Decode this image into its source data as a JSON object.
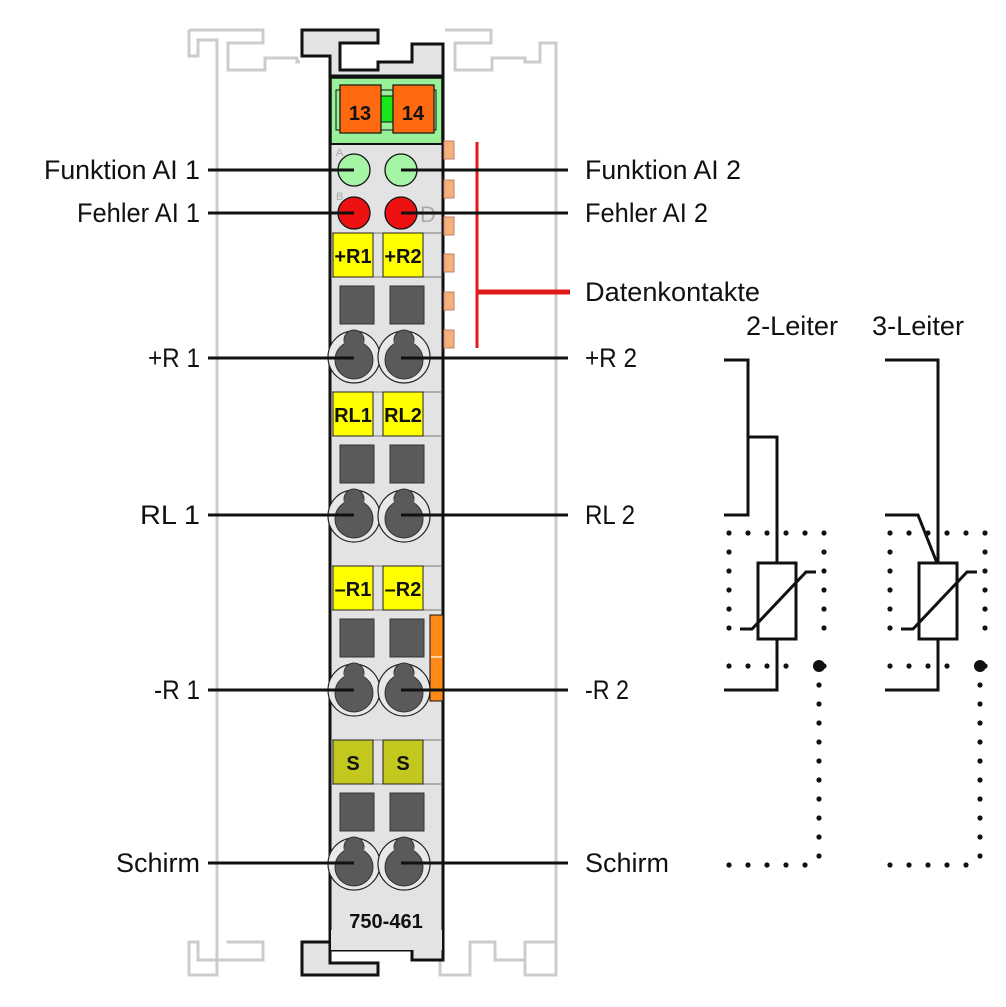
{
  "module": {
    "part_number": "750-461",
    "top_connector_labels": [
      "13",
      "14"
    ],
    "led_labels": {
      "a": "A",
      "b": "B",
      "d": "D"
    },
    "terminal_rows": [
      {
        "labels": [
          "+R1",
          "+R2"
        ],
        "color": "#ffff00"
      },
      {
        "labels": [
          "RL1",
          "RL2"
        ],
        "color": "#ffff00"
      },
      {
        "labels": [
          "–R1",
          "–R2"
        ],
        "color": "#ffff00"
      },
      {
        "labels": [
          "S",
          "S"
        ],
        "color": "#c2c81e"
      }
    ],
    "colors": {
      "body": "#e3e3e3",
      "outline": "#111111",
      "rail": "#cfcfcf",
      "top_green": "#99f099",
      "connector_orange": "#ff6a10",
      "bright_green": "#18e818",
      "led_green": "#a6f5a6",
      "led_red": "#ee1111",
      "data_contact": "#f5b080",
      "data_line": "#e01a1a",
      "terminal_dark": "#5a5a5a",
      "side_orange": "#ff8a18"
    }
  },
  "labels": {
    "left": {
      "funktion_ai1": "Funktion AI 1",
      "fehler_ai1": "Fehler AI 1",
      "plus_r1": "+R 1",
      "rl1": "RL 1",
      "minus_r1": "-R 1",
      "schirm1": "Schirm"
    },
    "right": {
      "funktion_ai2": "Funktion AI 2",
      "fehler_ai2": "Fehler AI 2",
      "datenkontakte": "Datenkontakte",
      "plus_r2": "+R 2",
      "rl2": "RL 2",
      "minus_r2": "-R 2",
      "schirm2": "Schirm"
    }
  },
  "schematics": {
    "two_wire_title": "2-Leiter",
    "three_wire_title": "3-Leiter"
  }
}
